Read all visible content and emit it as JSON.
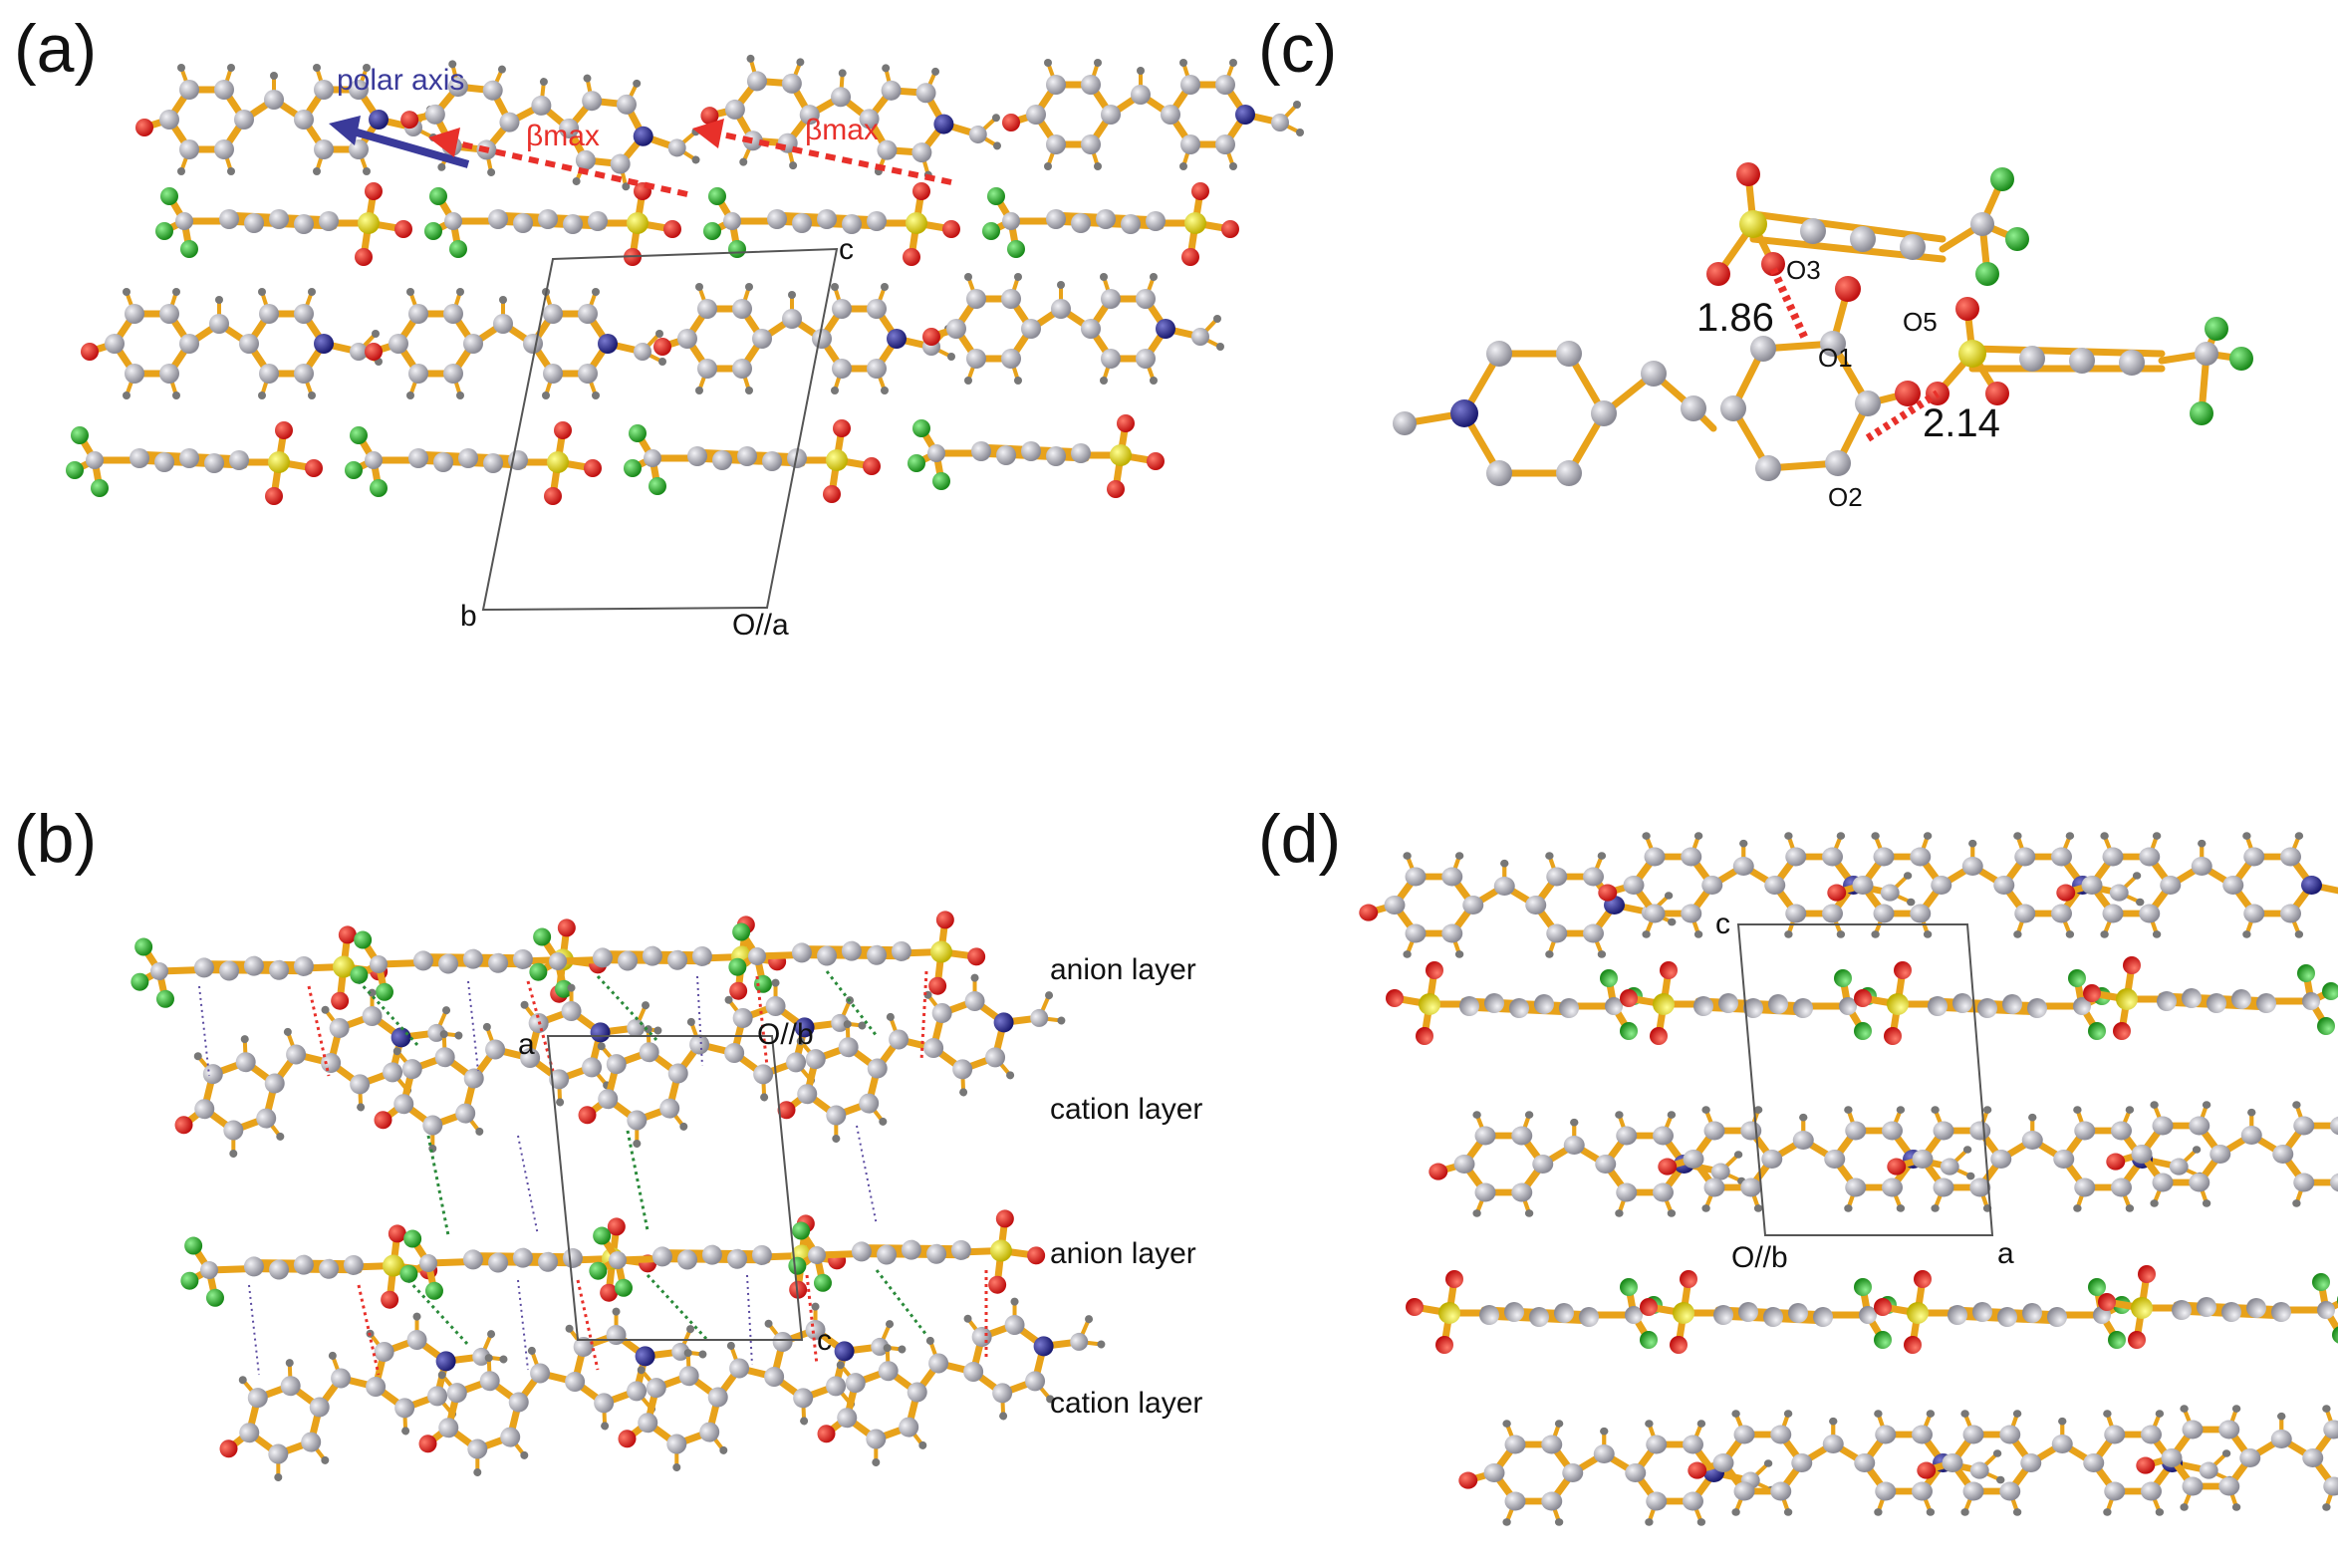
{
  "panels": {
    "a": {
      "label": "(a)",
      "polar_axis": "polar axis",
      "beta1": "βmax",
      "beta2": "βmax",
      "axis_c": "c",
      "axis_b": "b",
      "axis_oa": "O//a"
    },
    "b": {
      "label": "(b)",
      "axis_a": "a",
      "axis_ob": "O//b",
      "axis_c": "c",
      "layers": [
        "anion layer",
        "cation layer",
        "anion layer",
        "cation layer"
      ]
    },
    "c": {
      "label": "(c)",
      "dist1": "1.86",
      "dist2": "2.14",
      "atoms": {
        "o3": "O3",
        "o1": "O1",
        "o5": "O5",
        "o2": "O2"
      }
    },
    "d": {
      "label": "(d)",
      "axis_c": "c",
      "axis_ob": "O//b",
      "axis_a": "a"
    }
  },
  "colors": {
    "carbon": "#a9a9b3",
    "oxygen": "#e02020",
    "nitrogen": "#2a2a9a",
    "sulfur": "#e0d020",
    "chlorine": "#30b030",
    "hydrogen": "#7a7a7a",
    "bond": "#e8a21a",
    "polar_arrow": "#3a3a9a",
    "beta_arrow": "#e8302a"
  }
}
